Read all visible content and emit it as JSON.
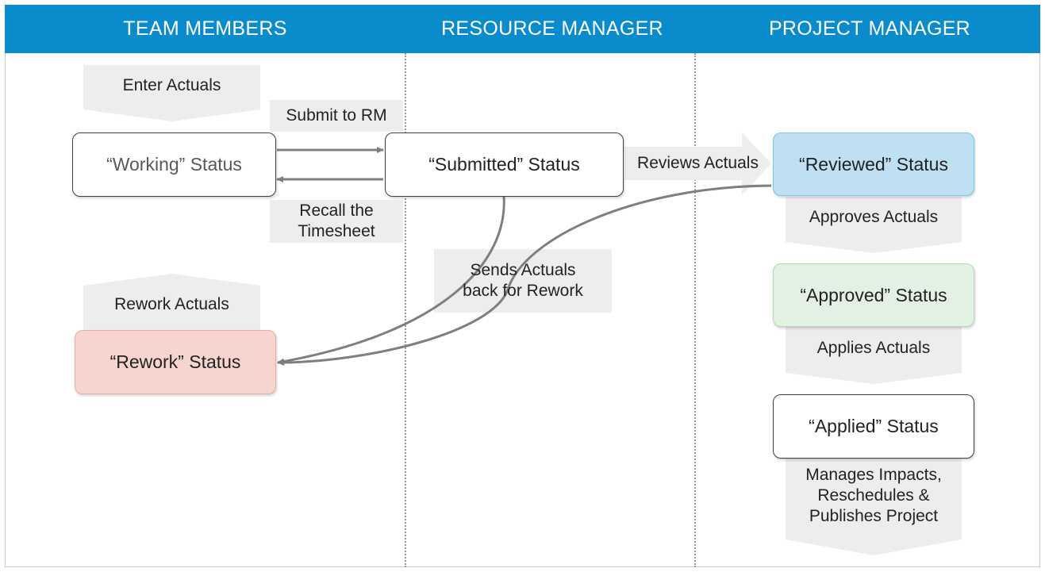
{
  "header": {
    "team_members": "TEAM MEMBERS",
    "resource_manager": "RESOURCE MANAGER",
    "project_manager": "PROJECT MANAGER"
  },
  "colors": {
    "header_bg": "#0a8ccc",
    "reviewed_fill": "#bfe0f3",
    "approved_fill": "#e2f1e1",
    "rework_fill": "#f7d5cf",
    "arrow_fill": "#ededed",
    "connector": "#7f7f7f"
  },
  "statuses": {
    "working": "“Working” Status",
    "submitted": "“Submitted” Status",
    "reviewed": "“Reviewed” Status",
    "approved": "“Approved” Status",
    "applied": "“Applied” Status",
    "rework": "“Rework” Status"
  },
  "actions": {
    "enter_actuals": "Enter Actuals",
    "submit_to_rm": "Submit to RM",
    "recall_timesheet": "Recall the\nTimesheet",
    "reviews_actuals": "Reviews Actuals",
    "sends_back": "Sends Actuals\nback for Rework",
    "rework_actuals": "Rework Actuals",
    "approves_actuals": "Approves Actuals",
    "applies_actuals": "Applies Actuals",
    "manages_impacts": "Manages Impacts,\nReschedules &\nPublishes Project"
  }
}
